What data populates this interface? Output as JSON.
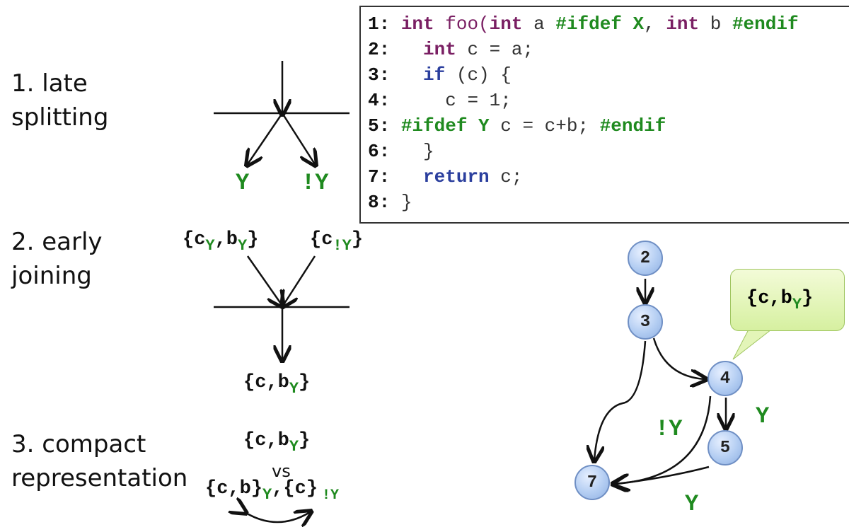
{
  "left_labels": {
    "late_1": "1. late",
    "late_2": "splitting",
    "early_1": "2. early",
    "early_2": "joining",
    "compact_1": "3. compact",
    "compact_2": "representation"
  },
  "late_splitting": {
    "branch_left": "Y",
    "branch_right": "!Y"
  },
  "early_joining": {
    "left_set_c": "{c",
    "left_sub1": "Y",
    "left_mid": ",b",
    "left_sub2": "Y",
    "left_close": "}",
    "right_set": "{c",
    "right_sub": "!Y",
    "right_close": "}",
    "result": "{c,b",
    "result_sub": "Y",
    "result_close": "}"
  },
  "compact": {
    "top": "{c,b",
    "top_sub": "Y",
    "top_close": "}",
    "vs": "vs",
    "bottom_a": "{c,b}",
    "bottom_a_sub": "Y",
    "bottom_comma": ",",
    "bottom_b": "{c}",
    "bottom_b_sub": "!Y"
  },
  "code": {
    "lines": [
      {
        "n": "1:",
        "segments": [
          "int",
          " foo(",
          "int",
          " a ",
          "#ifdef X",
          ", ",
          "int",
          " b ",
          "#endif"
        ]
      },
      {
        "n": "2:",
        "indent": "  ",
        "kw": "int",
        "rest": " c = a;"
      },
      {
        "n": "3:",
        "indent": "  ",
        "kw": "if",
        "rest": " (c) {"
      },
      {
        "n": "4:",
        "rest": "    c = 1;"
      },
      {
        "n": "5:",
        "pp1": "#ifdef Y",
        "rest": " c = c+b; ",
        "pp2": "#endif"
      },
      {
        "n": "6:",
        "rest": "  }"
      },
      {
        "n": "7:",
        "indent": "  ",
        "kw": "return",
        "rest": " c;"
      },
      {
        "n": "8:",
        "rest": " }"
      }
    ]
  },
  "cfg": {
    "nodes": [
      "2",
      "3",
      "4",
      "5",
      "7"
    ],
    "edge_labels": {
      "not_y": "!Y",
      "y_right": "Y",
      "y_bottom": "Y"
    },
    "callout": {
      "set": "{c,b",
      "sub": "Y",
      "close": "}"
    }
  },
  "colors": {
    "green": "#1f8a1f",
    "purple": "#7a1f63",
    "blue": "#2b3f9e",
    "node_fill": "#b3cdf2"
  }
}
